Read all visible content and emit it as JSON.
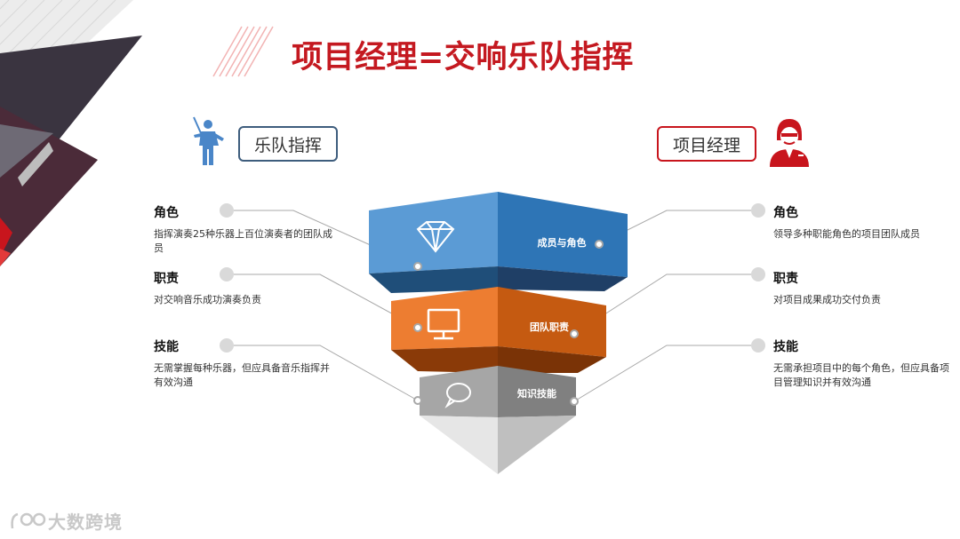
{
  "title": "项目经理=交响乐队指挥",
  "left_header": "乐队指挥",
  "right_header": "项目经理",
  "left_items": [
    {
      "title": "角色",
      "desc": "指挥演奏25种乐器上百位演奏者的团队成员"
    },
    {
      "title": "职责",
      "desc": "对交响音乐成功演奏负责"
    },
    {
      "title": "技能",
      "desc": "无需掌握每种乐器，但应具备音乐指挥并有效沟通"
    }
  ],
  "right_items": [
    {
      "title": "角色",
      "desc": "领导多种职能角色的项目团队成员"
    },
    {
      "title": "职责",
      "desc": "对项目成果成功交付负责"
    },
    {
      "title": "技能",
      "desc": "无需承担项目中的每个角色，但应具备项目管理知识并有效沟通"
    }
  ],
  "bands": [
    {
      "label": "成员与角色",
      "icon": "diamond-icon",
      "color": "#4a86c8"
    },
    {
      "label": "团队职责",
      "icon": "monitor-icon",
      "color": "#e87722"
    },
    {
      "label": "知识技能",
      "icon": "speech-bubble-icon",
      "color": "#9a9a9a"
    }
  ],
  "colors": {
    "title": "#c41920",
    "left_accent": "#3e5d7d",
    "right_accent": "#c8151d"
  },
  "watermark": "大数跨境"
}
